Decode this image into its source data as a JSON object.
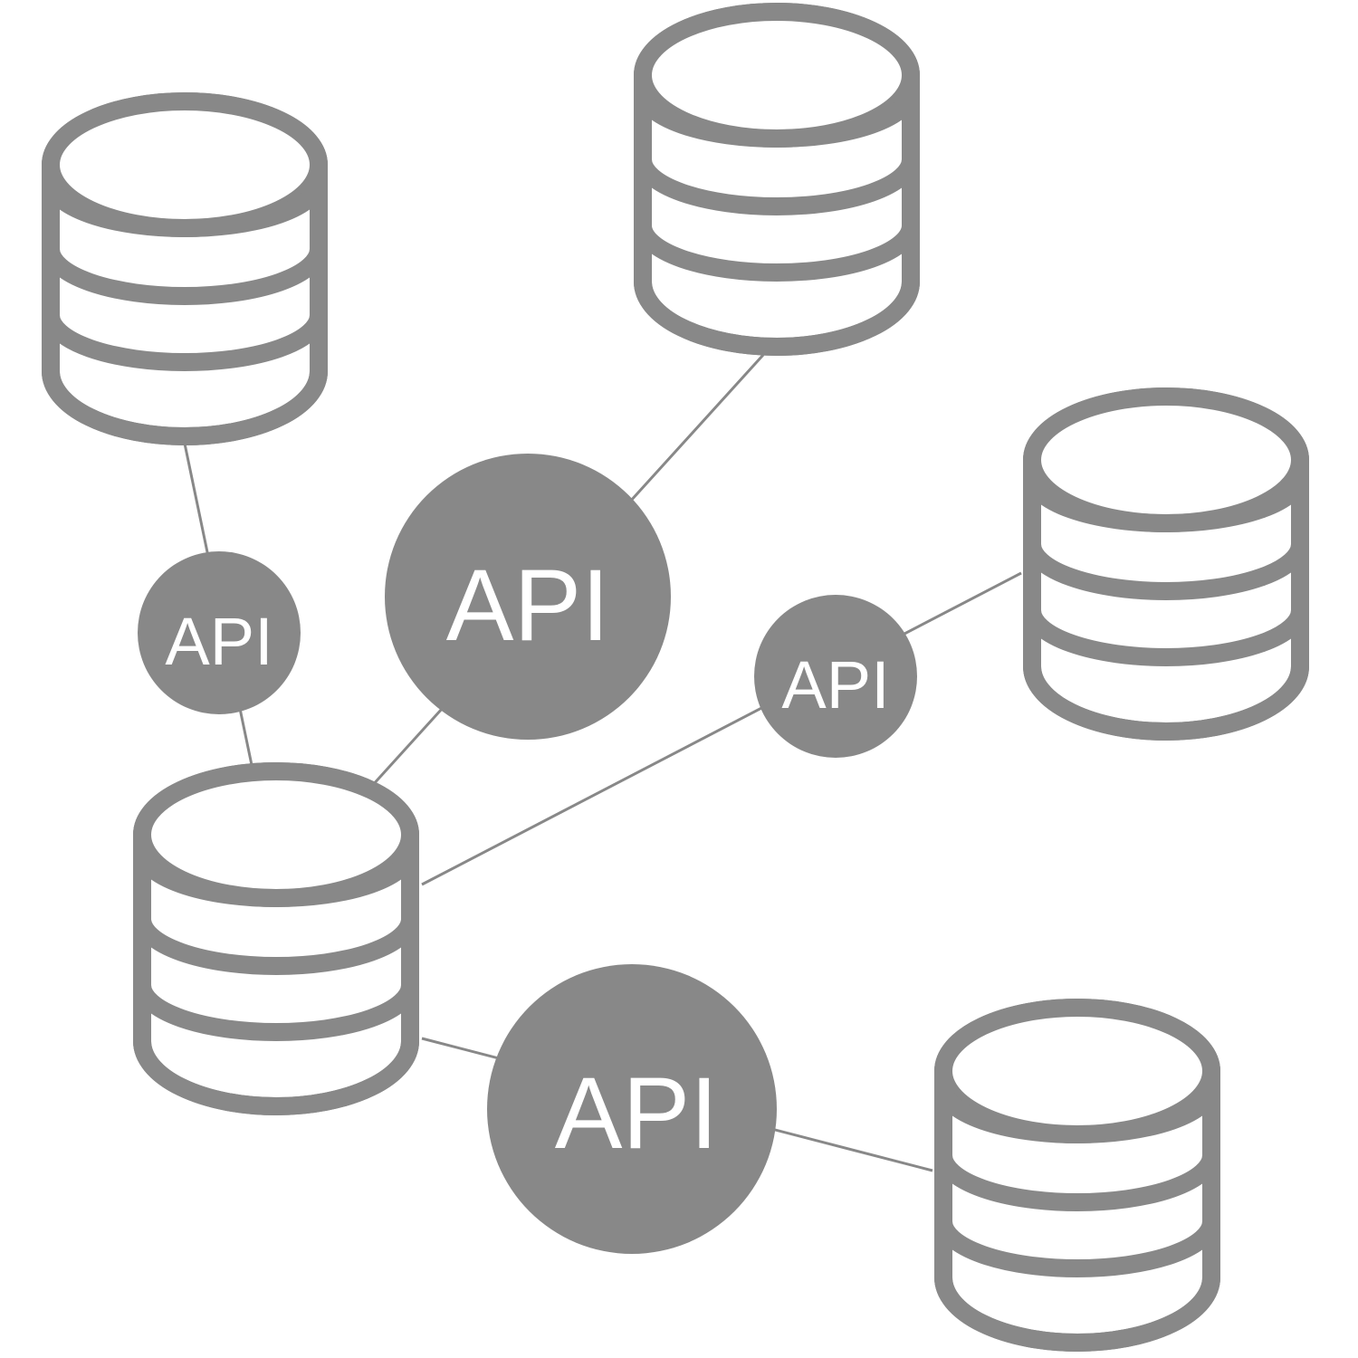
{
  "colors": {
    "stroke": "#888888",
    "background": "#ffffff",
    "label": "#ffffff"
  },
  "api_nodes": [
    {
      "label": "API"
    },
    {
      "label": "API"
    },
    {
      "label": "API"
    },
    {
      "label": "API"
    }
  ],
  "database_icon": "database-icon"
}
